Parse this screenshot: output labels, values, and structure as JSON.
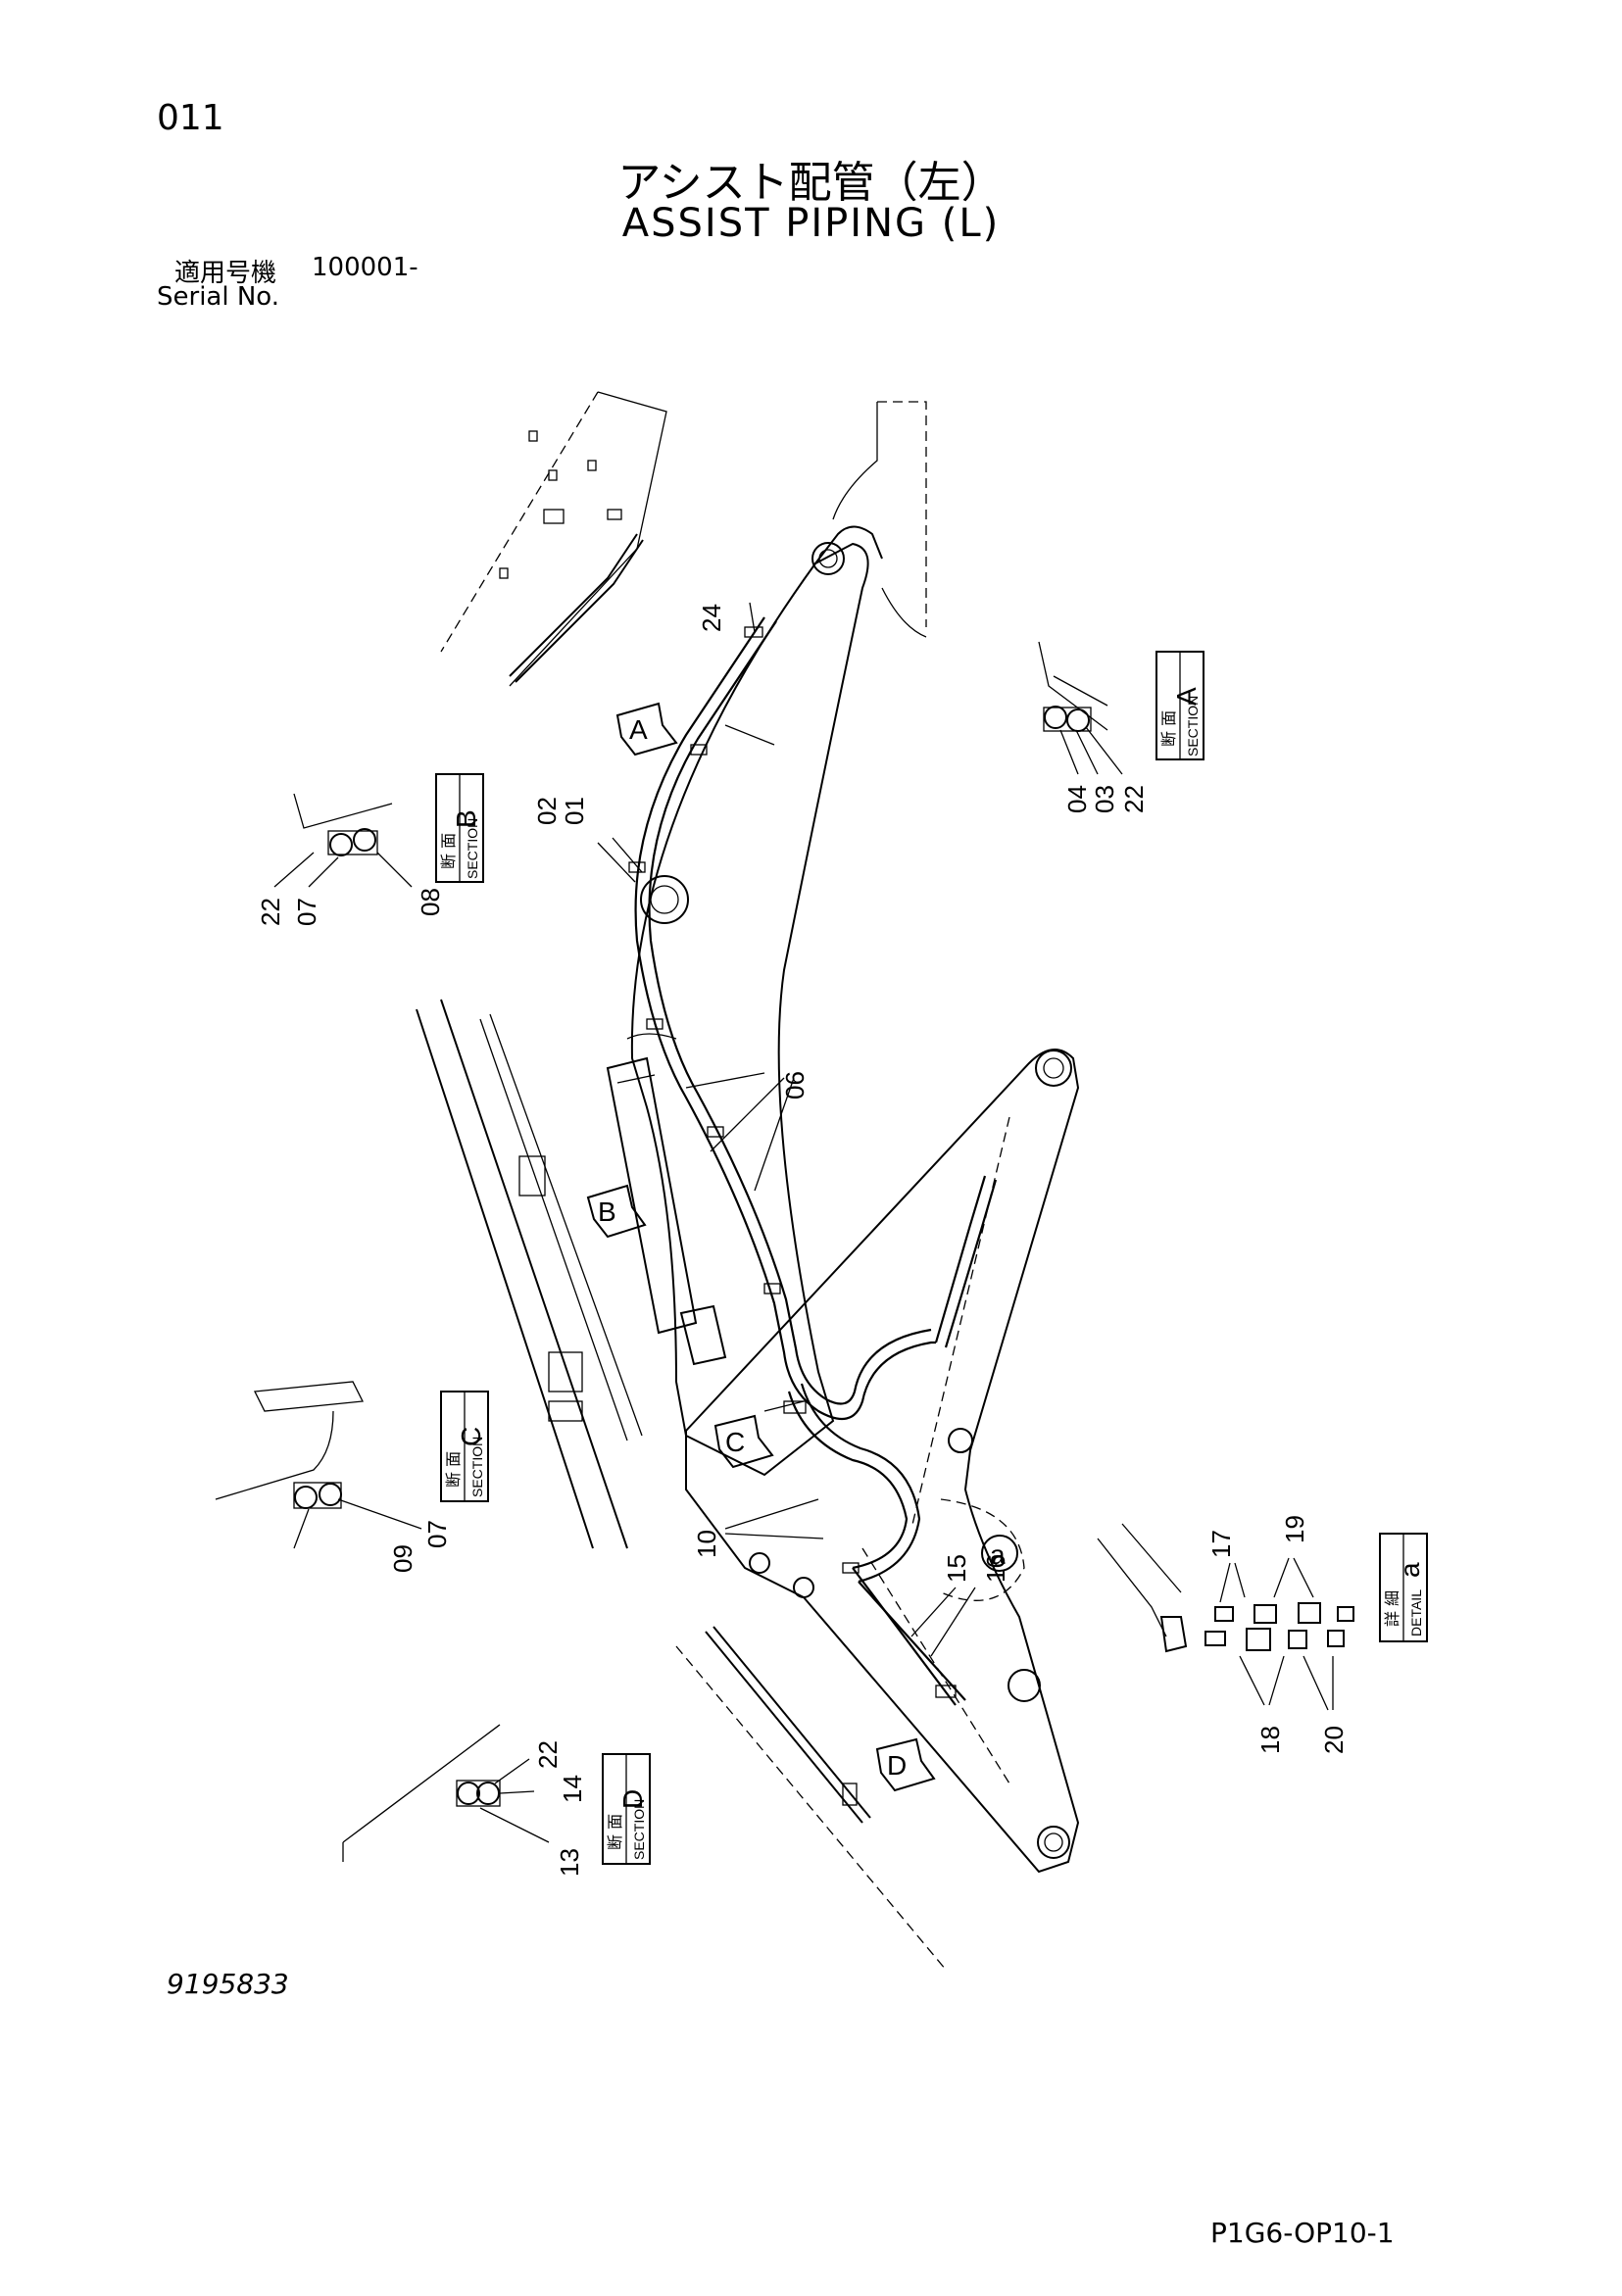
{
  "header": {
    "page_number": "011",
    "title_jp": "アシスト配管（左）",
    "title_en": "ASSIST PIPING (L)",
    "serial_label_jp": "適用号機",
    "serial_value": "100001-",
    "serial_label_en": "Serial No."
  },
  "footer": {
    "drawing_number": "9195833",
    "page_code": "P1G6-OP10-1"
  },
  "sections": {
    "A": {
      "letter": "A",
      "jp": "断 面",
      "en": "SECTION"
    },
    "B": {
      "letter": "B",
      "jp": "断 面",
      "en": "SECTION"
    },
    "C": {
      "letter": "C",
      "jp": "断 面",
      "en": "SECTION"
    },
    "D": {
      "letter": "D",
      "jp": "断 面",
      "en": "SECTION"
    },
    "detail_a": {
      "letter": "a",
      "jp": "詳 細",
      "en": "DETAIL"
    }
  },
  "view_arrows": {
    "A": "A",
    "B": "B",
    "C": "C",
    "D": "D",
    "detail_marker": "a"
  },
  "part_labels": {
    "p01": "01",
    "p02": "02",
    "p03": "03",
    "p04": "04",
    "p06": "06",
    "p07_b": "07",
    "p07_c": "07",
    "p08": "08",
    "p09": "09",
    "p10": "10",
    "p13": "13",
    "p14": "14",
    "p15": "15",
    "p16": "16",
    "p17": "17",
    "p18": "18",
    "p19": "19",
    "p20": "20",
    "p22_a": "22",
    "p22_b": "22",
    "p22_d": "22",
    "p24": "24"
  }
}
